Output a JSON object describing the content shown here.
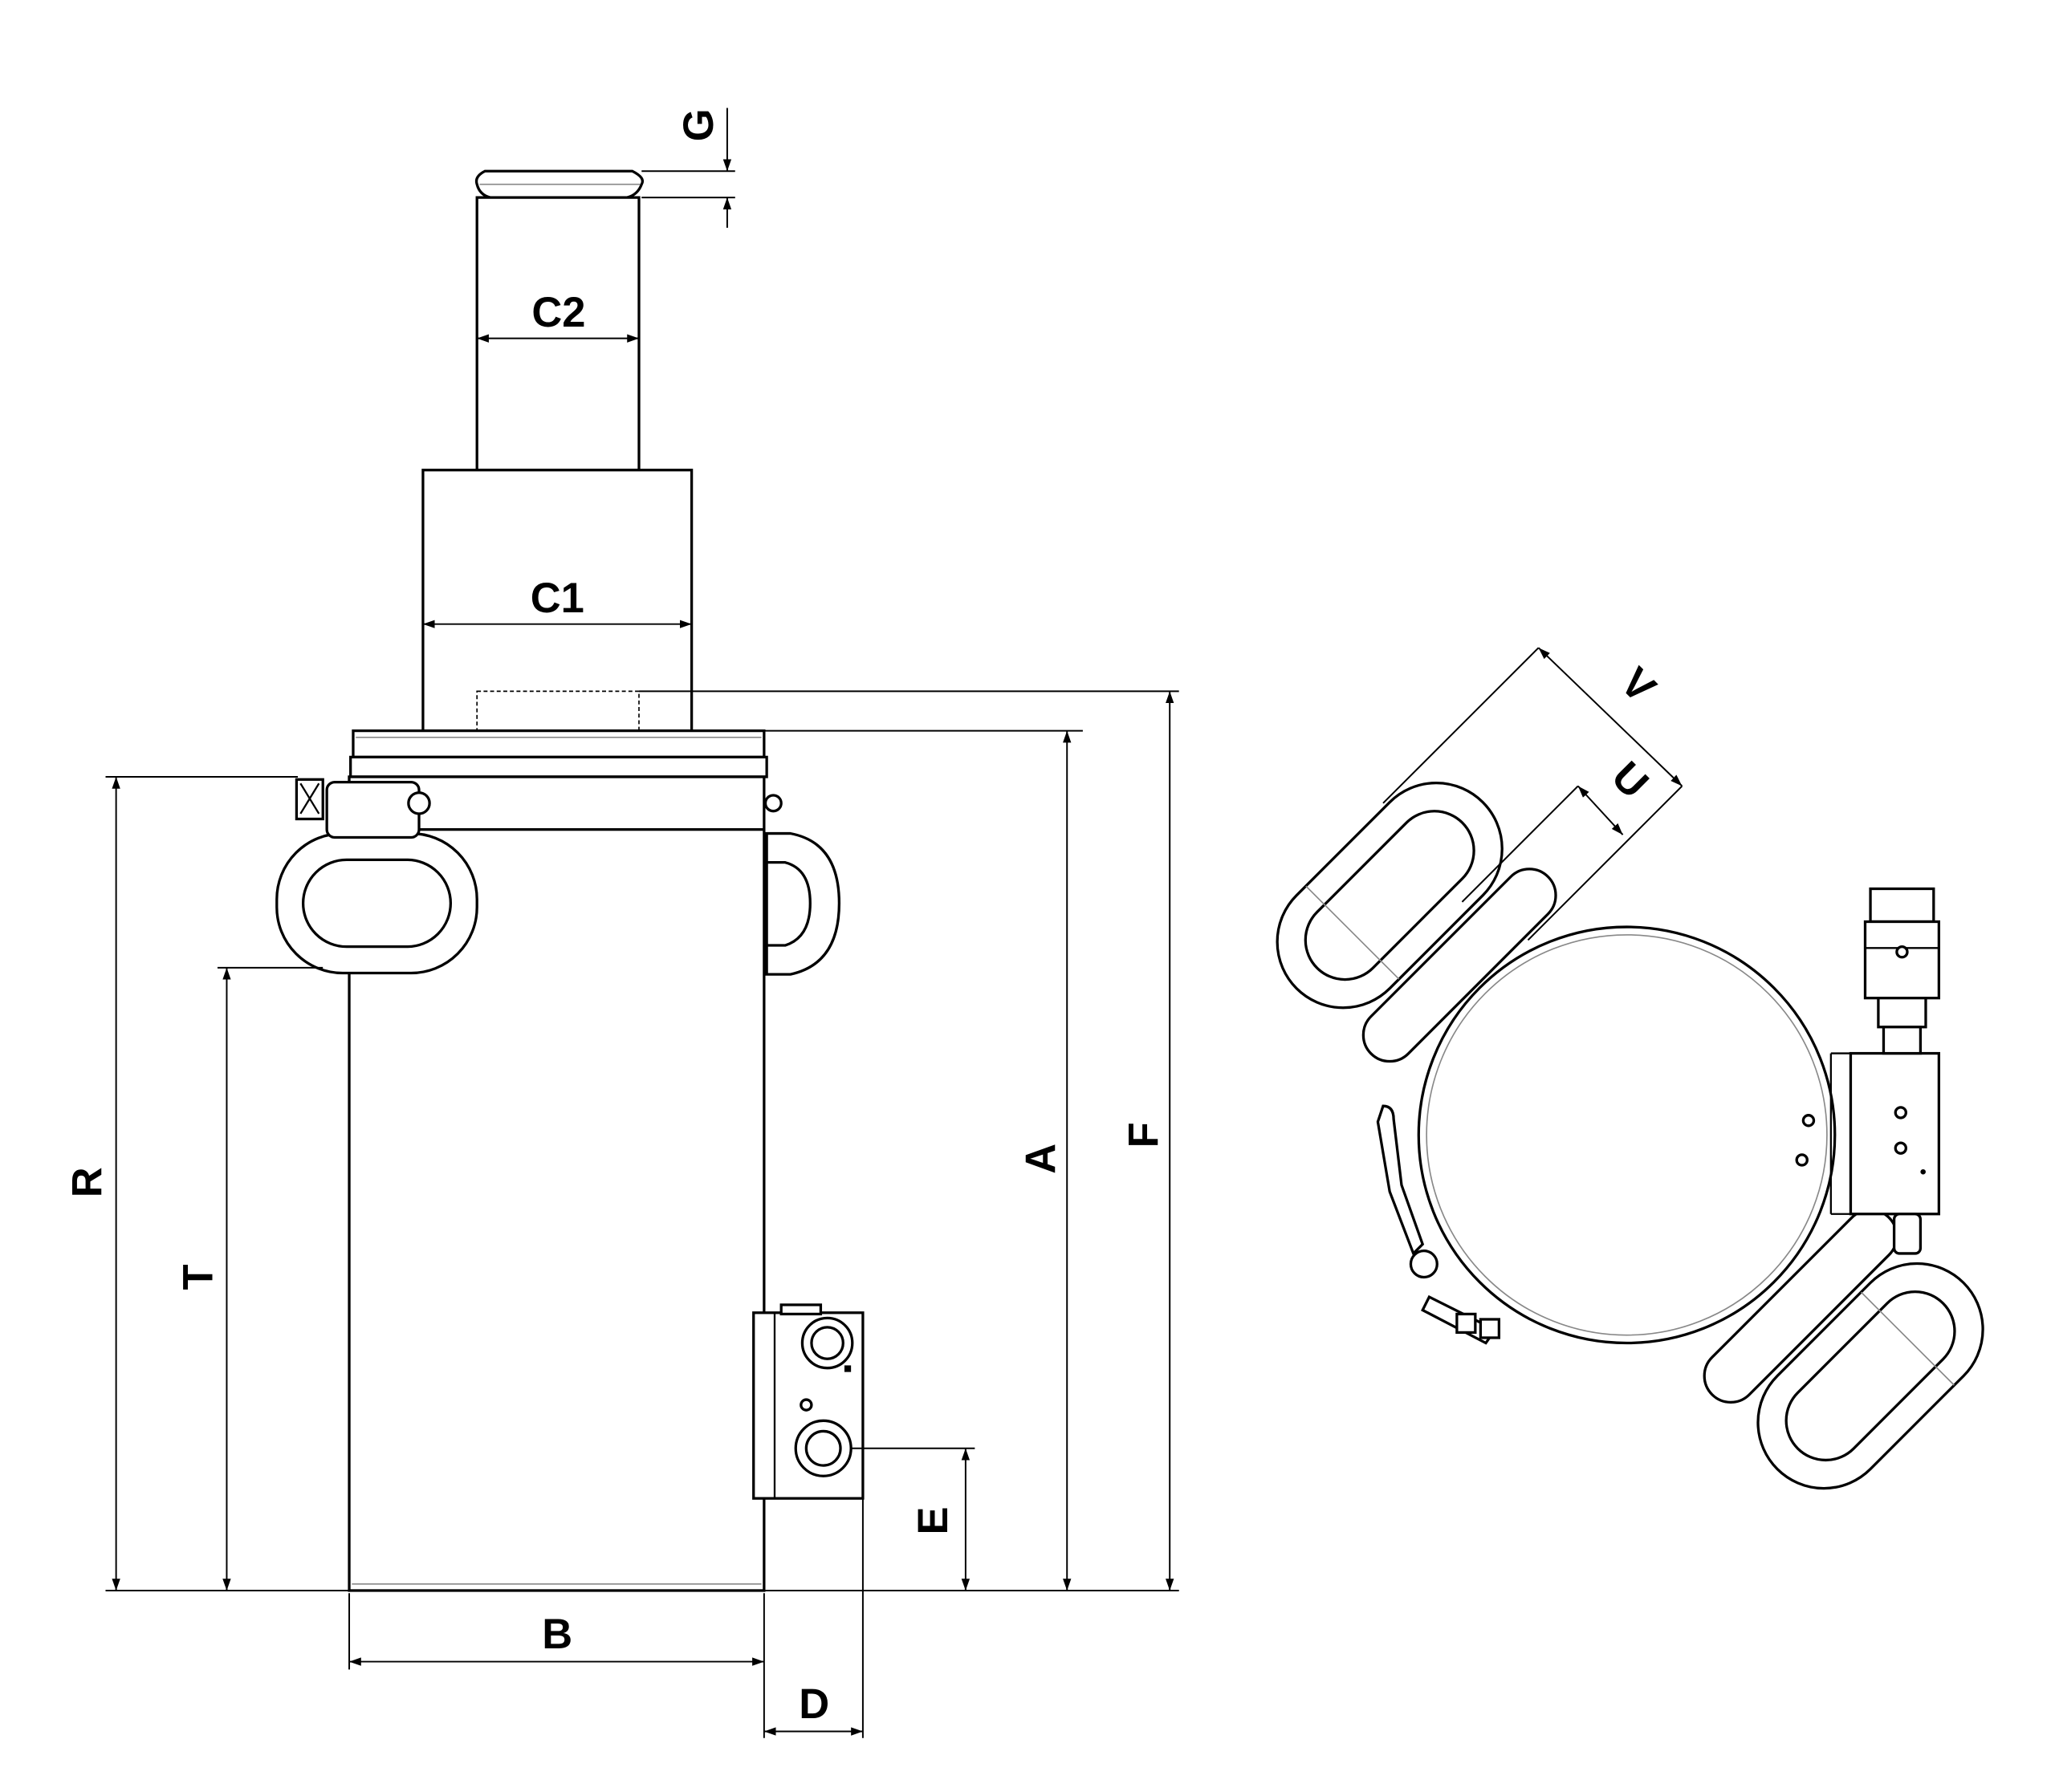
{
  "drawing": {
    "title": "Hydraulic cylinder dimension drawing",
    "side_view_labels": {
      "g": "G",
      "c2": "C2",
      "c1": "C1",
      "r": "R",
      "t": "T",
      "a": "A",
      "f": "F",
      "e": "E",
      "b": "B",
      "d": "D"
    },
    "top_view_labels": {
      "v": "V",
      "u": "U"
    },
    "line_color": "#000000"
  }
}
